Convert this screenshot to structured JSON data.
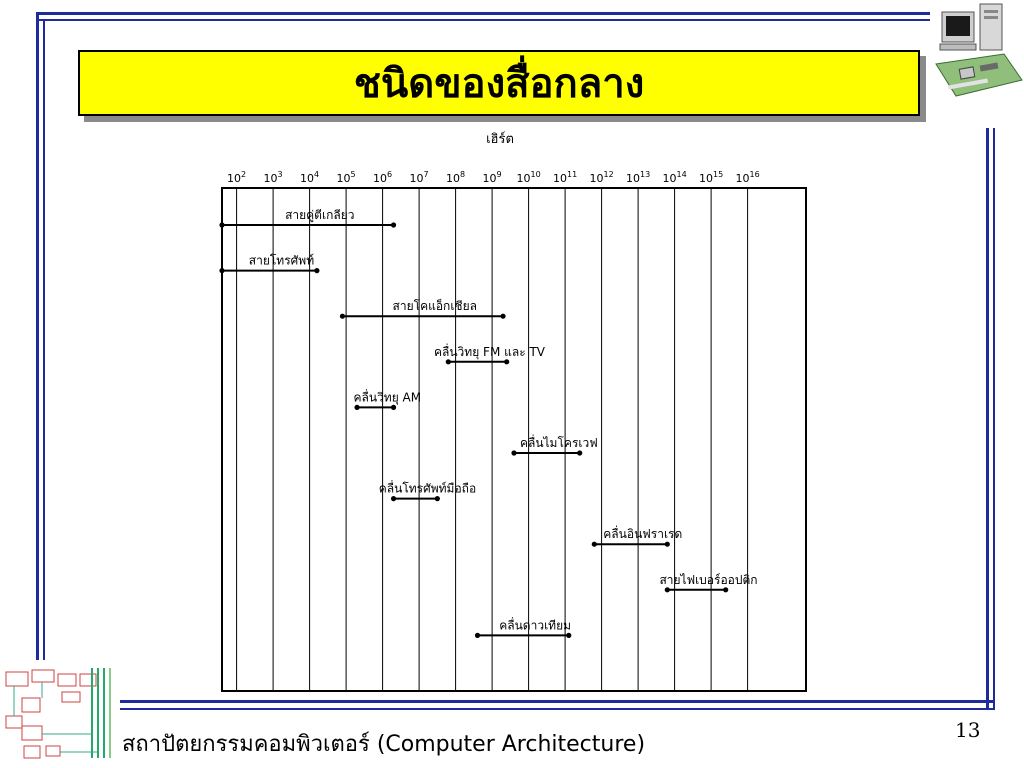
{
  "slide": {
    "title": "ชนิดของสื่อกลาง",
    "footer": "สถาปัตยกรรมคอมพิวเตอร์ (Computer Architecture)",
    "page_number": "13"
  },
  "colors": {
    "frame": "#1f2a9c",
    "title_bg": "#ffff00",
    "chart_line": "#000000"
  },
  "chart_data": {
    "type": "range",
    "unit_label": "เฮิร์ต",
    "axis_exponents": [
      2,
      3,
      4,
      5,
      6,
      7,
      8,
      9,
      10,
      11,
      12,
      13,
      14,
      15,
      16
    ],
    "axis_base": "10",
    "xlim": [
      1.6,
      17.6
    ],
    "ranges": [
      {
        "label": "สายคู่ตีเกลียว",
        "start": 1.6,
        "end": 6.3
      },
      {
        "label": "สายโทรศัพท์",
        "start": 1.6,
        "end": 4.2
      },
      {
        "label": "สายโคแอ็กเชียล",
        "start": 4.9,
        "end": 9.3
      },
      {
        "label": "คลื่นวิทยุ FM  และ TV",
        "start": 7.8,
        "end": 9.4
      },
      {
        "label": "คลื่นวิทยุ AM",
        "start": 5.3,
        "end": 6.3
      },
      {
        "label": "คลื่นไมโครเวฟ",
        "start": 9.6,
        "end": 11.4
      },
      {
        "label": "คลื่นโทรศัพท์มือถือ",
        "start": 6.3,
        "end": 7.5
      },
      {
        "label": "คลื่นอินฟราเรด",
        "start": 11.8,
        "end": 13.8
      },
      {
        "label": "สายไฟเบอร์ออปติก",
        "start": 13.8,
        "end": 15.4
      },
      {
        "label": "คลื่นดาวเทียม",
        "start": 8.6,
        "end": 11.1
      }
    ]
  }
}
